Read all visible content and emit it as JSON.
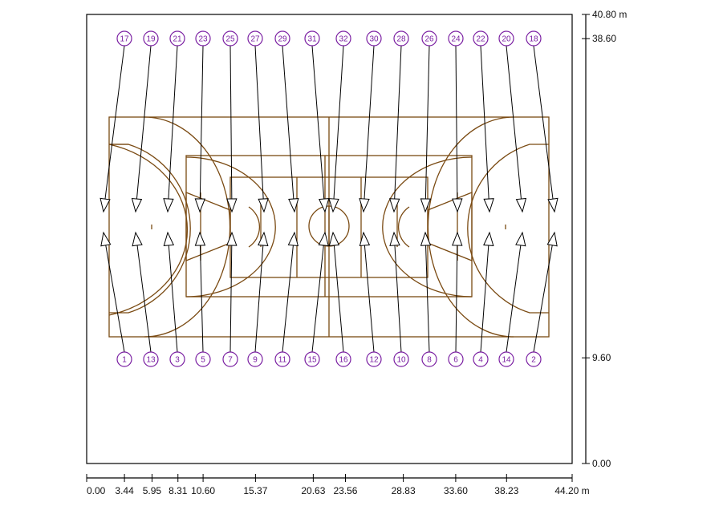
{
  "units": "m",
  "x_axis": {
    "ticks": [
      0.0,
      3.44,
      5.95,
      8.31,
      10.6,
      15.37,
      20.63,
      23.56,
      28.83,
      33.6,
      38.23,
      44.2
    ],
    "labels": [
      "0.00",
      "3.44",
      "5.95",
      "8.31",
      "10.60",
      "15.37",
      "20.63",
      "23.56",
      "28.83",
      "33.60",
      "38.23",
      "44.20 m"
    ]
  },
  "y_axis": {
    "ticks": [
      0.0,
      9.6,
      38.6,
      40.8
    ],
    "labels": [
      "0.00",
      "9.60",
      "38.60",
      "40.80 m"
    ]
  },
  "colors": {
    "frame": "#000000",
    "court_lines": "#7a4a12",
    "marker": "#7a1fa2",
    "arrow": "#000000"
  },
  "fixtures_bottom": {
    "y": 9.6,
    "numbers": [
      "1",
      "13",
      "3",
      "5",
      "7",
      "9",
      "11",
      "15",
      "16",
      "12",
      "10",
      "8",
      "6",
      "4",
      "14",
      "2"
    ]
  },
  "fixtures_top": {
    "y": 38.6,
    "numbers": [
      "17",
      "19",
      "21",
      "23",
      "25",
      "27",
      "29",
      "31",
      "32",
      "30",
      "28",
      "26",
      "24",
      "22",
      "20",
      "18"
    ]
  }
}
